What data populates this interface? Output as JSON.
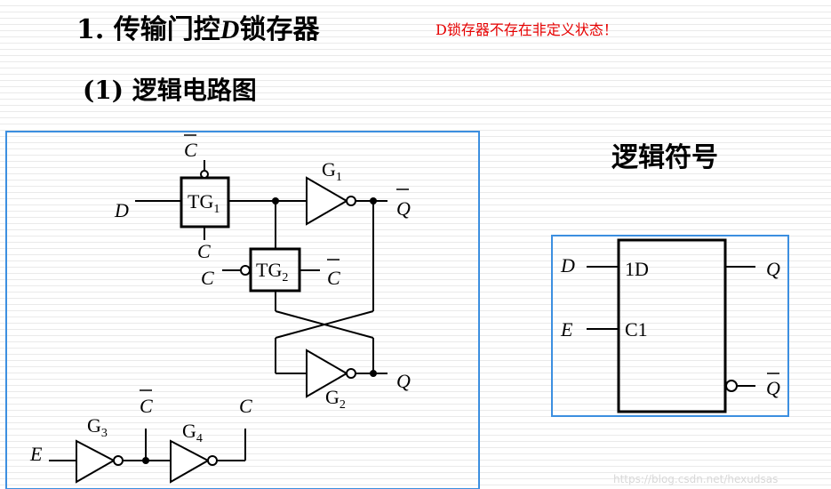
{
  "title": {
    "number": "1.",
    "prefix": "传输门控",
    "italic": "D",
    "suffix": "锁存器"
  },
  "note": "D锁存器不存在非定义状态！",
  "subtitle": "(1) 逻辑电路图",
  "symbol_title": "逻辑符号",
  "watermark": "https://blog.csdn.net/hexudsas",
  "circuit": {
    "tg1": {
      "base": "TG",
      "sub": "1"
    },
    "tg2": {
      "base": "TG",
      "sub": "2"
    },
    "g1": {
      "base": "G",
      "sub": "1"
    },
    "g2": {
      "base": "G",
      "sub": "2"
    },
    "g3": {
      "base": "G",
      "sub": "3"
    },
    "g4": {
      "base": "G",
      "sub": "4"
    },
    "d": "D",
    "c": "C",
    "e": "E",
    "q": "Q"
  },
  "symbol": {
    "d": "D",
    "e": "E",
    "q": "Q",
    "pin_1d": "1D",
    "pin_c1": "C1"
  }
}
